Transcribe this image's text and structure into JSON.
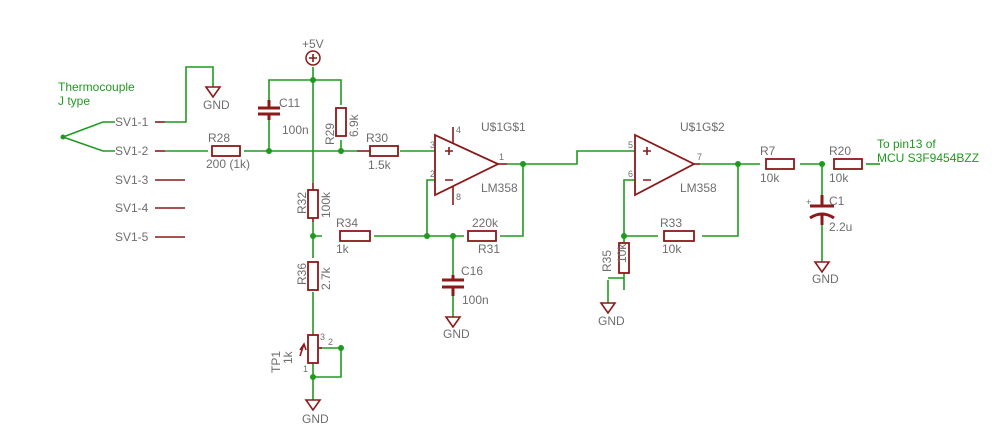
{
  "colors": {
    "wire": "#1f9a1f",
    "part": "#8b1a1a",
    "label": "#6e6e6e",
    "note": "#1f9a1f"
  },
  "sensor": {
    "line1": "Thermocouple",
    "line2": "J type"
  },
  "destination": {
    "line1": "To pin13 of",
    "line2": "MCU S3F9454BZZ"
  },
  "supply": {
    "label": "+5V"
  },
  "ground_label": "GND",
  "connector": {
    "pins": [
      "SV1-1",
      "SV1-2",
      "SV1-3",
      "SV1-4",
      "SV1-5"
    ]
  },
  "opamps": {
    "u1": {
      "name": "U$1G$1",
      "part": "LM358",
      "pin_plus": "3",
      "pin_minus": "2",
      "pin_out": "1",
      "pin_vcc": "4",
      "pin_gnd": "8"
    },
    "u2": {
      "name": "U$1G$2",
      "part": "LM358",
      "pin_plus": "5",
      "pin_minus": "6",
      "pin_out": "7"
    }
  },
  "trimmer": {
    "name": "TP1",
    "value": "1k",
    "pin1": "1",
    "pin2": "2",
    "pin3": "3"
  },
  "components": {
    "R28": {
      "name": "R28",
      "value": "200 (1k)"
    },
    "R29": {
      "name": "R29",
      "value": "6.9k"
    },
    "R30": {
      "name": "R30",
      "value": "1.5k"
    },
    "R31": {
      "name": "R31",
      "value": "220k"
    },
    "R32": {
      "name": "R32",
      "value": "100k"
    },
    "R33": {
      "name": "R33",
      "value": "10k"
    },
    "R34": {
      "name": "R34",
      "value": "1k"
    },
    "R35": {
      "name": "R35",
      "value": "10k"
    },
    "R36": {
      "name": "R36",
      "value": "2.7k"
    },
    "R7": {
      "name": "R7",
      "value": "10k"
    },
    "R20": {
      "name": "R20",
      "value": "10k"
    },
    "C11": {
      "name": "C11",
      "value": "100n"
    },
    "C16": {
      "name": "C16",
      "value": "100n"
    },
    "C1": {
      "name": "C1",
      "value": "2.2u"
    }
  }
}
